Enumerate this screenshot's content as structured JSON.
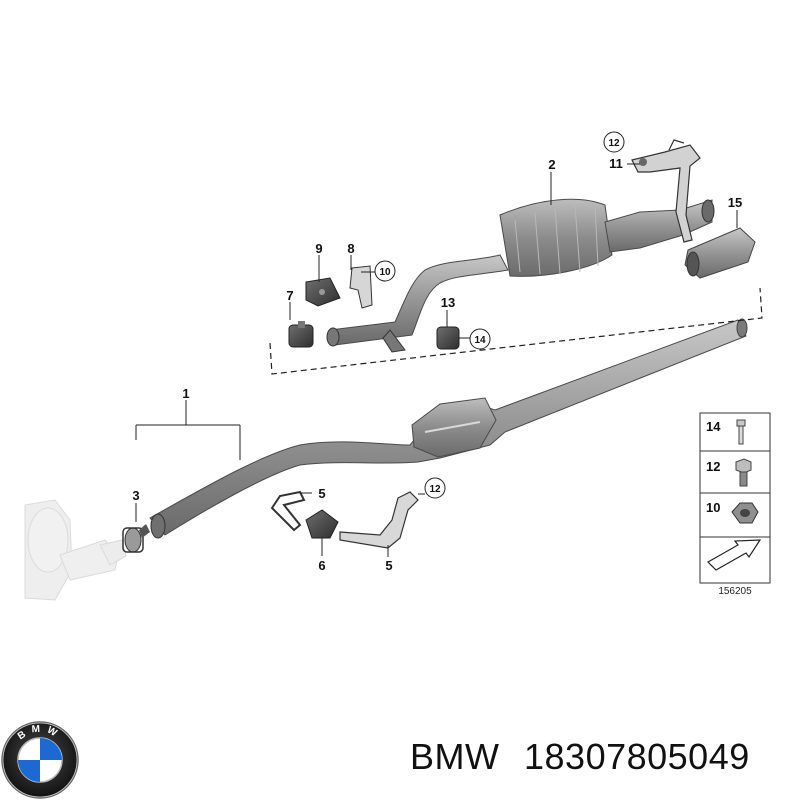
{
  "diagram": {
    "callouts": {
      "c1": "1",
      "c2": "2",
      "c3": "3",
      "c5a": "5",
      "c5b": "5",
      "c6": "6",
      "c7": "7",
      "c8": "8",
      "c9": "9",
      "c10": "10",
      "c11": "11",
      "c12a": "12",
      "c12b": "12",
      "c13": "13",
      "c14": "14",
      "c15": "15"
    },
    "legend": {
      "items": [
        "14",
        "12",
        "10"
      ],
      "reference": "156205"
    }
  },
  "brand": {
    "logo_letters": "BMW"
  },
  "caption": {
    "brand": "BMW",
    "part_number": "18307805049"
  },
  "colors": {
    "part_fill": "#8f8f8f",
    "part_dark": "#5e5e5e",
    "part_light": "#c4c4c4",
    "logo_blue": "#1c69d4"
  }
}
